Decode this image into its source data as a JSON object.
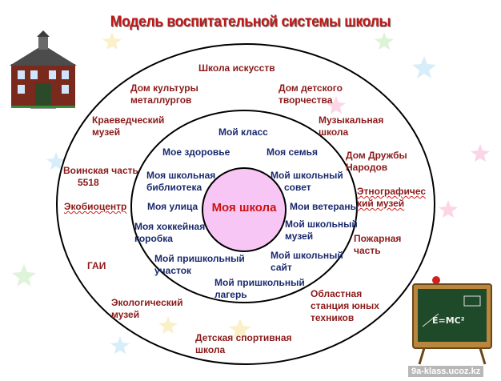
{
  "title": "Модель воспитательной системы школы",
  "center": "Моя школа",
  "inner_ring": {
    "moy_klass": "Мой класс",
    "moe_zdorovie": "Мое здоровье",
    "moya_semya": "Моя семья",
    "biblioteka": [
      "Моя школьная",
      "библиотека"
    ],
    "sovet": [
      "Мой школьный",
      "совет"
    ],
    "ulica": "Моя улица",
    "veterany": "Мои ветераны",
    "hokkey": [
      "Моя хоккейная",
      "коробка"
    ],
    "muzey": [
      "Мой школьный",
      "музей"
    ],
    "uchastok": [
      "Мой пришкольный",
      "участок"
    ],
    "sayt": [
      "Мой школьный",
      "сайт"
    ],
    "lager": [
      "Мой пришкольный",
      "лагерь"
    ]
  },
  "outer_ring": {
    "shkola_iskusstv": "Школа искусств",
    "dk_metallurgov": [
      "Дом  культуры",
      "металлургов"
    ],
    "ddt": [
      "Дом детского",
      "творчества"
    ],
    "kraeved_muzey": [
      "Краеведческий",
      "музей"
    ],
    "muz_shkola": [
      "Музыкальная",
      "школа"
    ],
    "dom_druzhby": [
      "Дом Дружбы",
      "Народов"
    ],
    "voinskaya_chast": [
      "Воинская часть",
      "5518"
    ],
    "etno_muzey": [
      "Этнографичес",
      "кий музей"
    ],
    "ekobiocentr": "Экобиоцентр",
    "pozharnaya": [
      "Пожарная",
      "часть"
    ],
    "gai": "ГАИ",
    "ekolog_muzey": [
      "Экологический",
      "музей"
    ],
    "stanciya": [
      "Областная",
      "станция  юных",
      "техников"
    ],
    "sport_shkola": [
      "Детская  спортивная",
      "школа"
    ]
  },
  "chalkboard_formula": "E=MC²",
  "footer": "9a-klass.ucoz.kz",
  "colors": {
    "title": "#c01818",
    "outer_text": "#8b1a1a",
    "inner_text": "#1a2a6e",
    "center_fill": "#f8c6f4",
    "center_text": "#cc1212"
  }
}
